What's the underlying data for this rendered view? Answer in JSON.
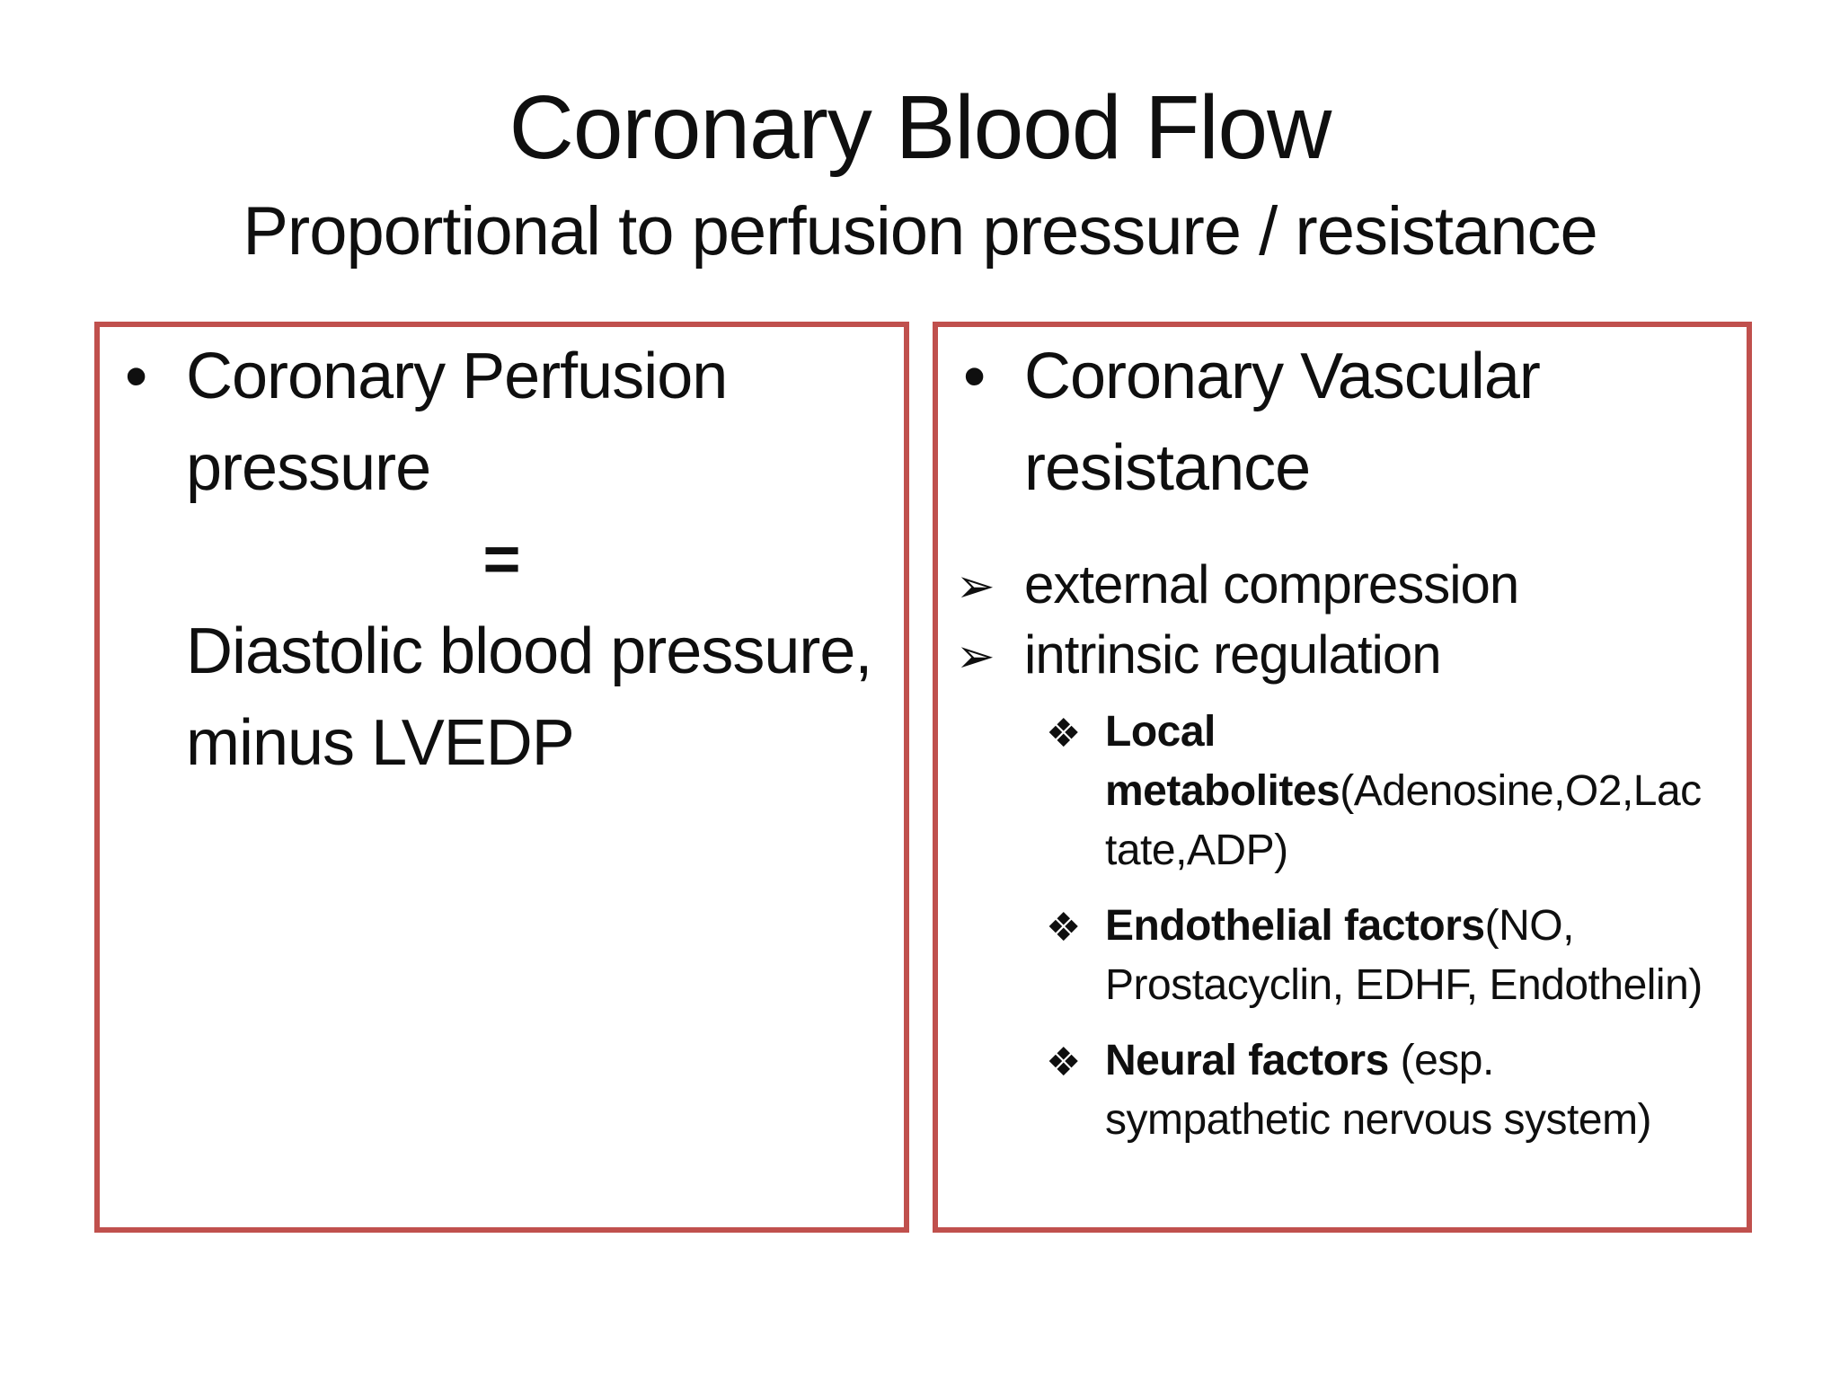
{
  "slide": {
    "title": "Coronary Blood Flow",
    "subtitle": "Proportional to perfusion pressure / resistance",
    "colors": {
      "box_border": "#C0504D",
      "text": "#0f0f0f",
      "background": "#ffffff"
    },
    "bullets": {
      "level1_dot": "•",
      "level2_arrow": "➢",
      "level3_diamond": "❖"
    },
    "left_box": {
      "item1": "Coronary Perfusion pressure",
      "equals": "=",
      "item2": "Diastolic blood pressure, minus LVEDP"
    },
    "right_box": {
      "item1": "Coronary Vascular resistance",
      "arrow_items": [
        "external compression",
        "intrinsic regulation"
      ],
      "diamond_items": [
        {
          "bold": "Local metabolites",
          "rest": "(Adenosine,O2,Lactate,ADP)"
        },
        {
          "bold": "Endothelial factors",
          "rest": "(NO, Prostacyclin, EDHF, Endothelin)"
        },
        {
          "bold": "Neural factors",
          "rest": " (esp. sympathetic nervous system)"
        }
      ]
    }
  }
}
